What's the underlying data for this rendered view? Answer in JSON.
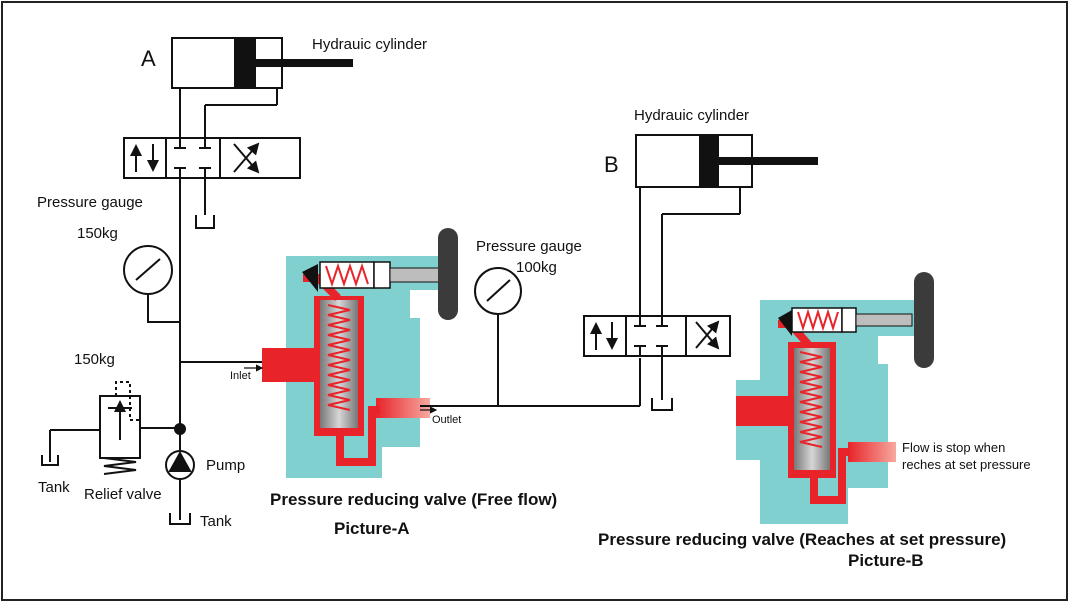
{
  "picture_a": {
    "letter": "A",
    "cylinder_label": "Hydrauic cylinder",
    "gauge_label": "Pressure gauge",
    "gauge_value": "150kg",
    "relief_setting": "150kg",
    "tank_left": "Tank",
    "relief_label": "Relief valve",
    "pump_label": "Pump",
    "tank_bottom": "Tank",
    "inlet_label": "Inlet",
    "outlet_label": "Outlet",
    "caption_title": "Pressure reducing valve (Free flow)",
    "caption_sub": "Picture-A"
  },
  "picture_b": {
    "letter": "B",
    "cylinder_label": "Hydrauic cylinder",
    "gauge_label": "Pressure gauge",
    "gauge_value": "100kg",
    "note_line1": "Flow is stop when",
    "note_line2": "reches at set pressure",
    "caption_title": "Pressure reducing valve (Reaches at set pressure)",
    "caption_sub": "Picture-B"
  },
  "colors": {
    "valve_body": "#7fd0cf",
    "fluid_red": "#e8242a",
    "spool_gray": "#a9a9a9",
    "line": "#111111"
  }
}
